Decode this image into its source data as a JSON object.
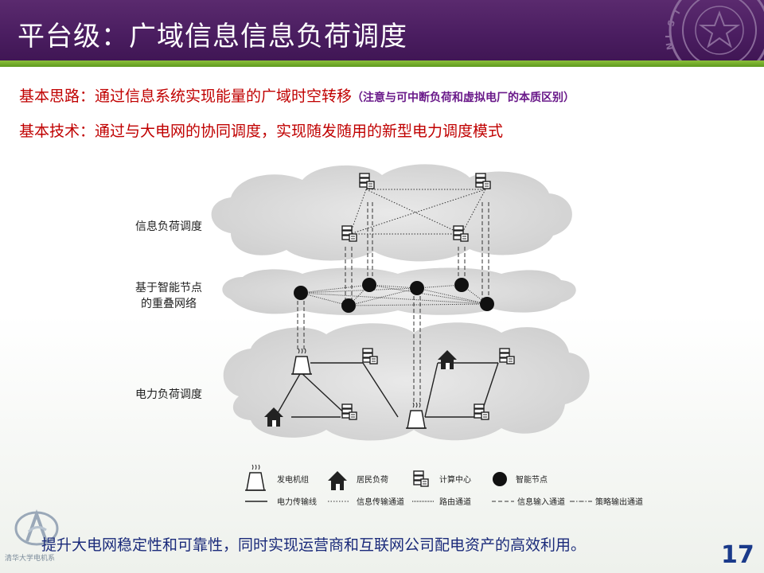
{
  "slide": {
    "title": "平台级：广域信息信息负荷调度",
    "line1_main": "基本思路：通过信息系统实现能量的广域时空转移",
    "line1_note": "（注意与可中断负荷和虚拟电厂的本质区别）",
    "line2": "基本技术：通过与大电网的协同调度，实现随发随用的新型电力调度模式",
    "bottom_text": "提升大电网稳定性和可靠性，同时实现运营商和互联网公司配电资产的高效利用。",
    "page_number": "17",
    "footer_logo_text": "清华大学电机系",
    "colors": {
      "header": "#4a1d60",
      "accent_band": "#7ab030",
      "highlight_text": "#c00000",
      "bottom_text": "#1a2a7a"
    }
  },
  "diagram": {
    "layer_labels": {
      "info": "信息负荷调度",
      "overlay_line1": "基于智能节点",
      "overlay_line2": "的重叠网络",
      "power": "电力负荷调度"
    },
    "legend": [
      {
        "icon": "generator-icon",
        "label": "发电机组"
      },
      {
        "icon": "house-icon",
        "label": "居民负荷"
      },
      {
        "icon": "server-icon",
        "label": "计算中心"
      },
      {
        "icon": "node-icon",
        "label": "智能节点"
      },
      {
        "icon": "solid-line",
        "label": "电力传输线"
      },
      {
        "icon": "dotted-line",
        "label": "信息传输通道"
      },
      {
        "icon": "dense-dotted-line",
        "label": "路由通道"
      },
      {
        "icon": "dashed-line",
        "label": "信息输入通道"
      },
      {
        "icon": "dash-dot-line",
        "label": "策略输出通道"
      }
    ]
  }
}
